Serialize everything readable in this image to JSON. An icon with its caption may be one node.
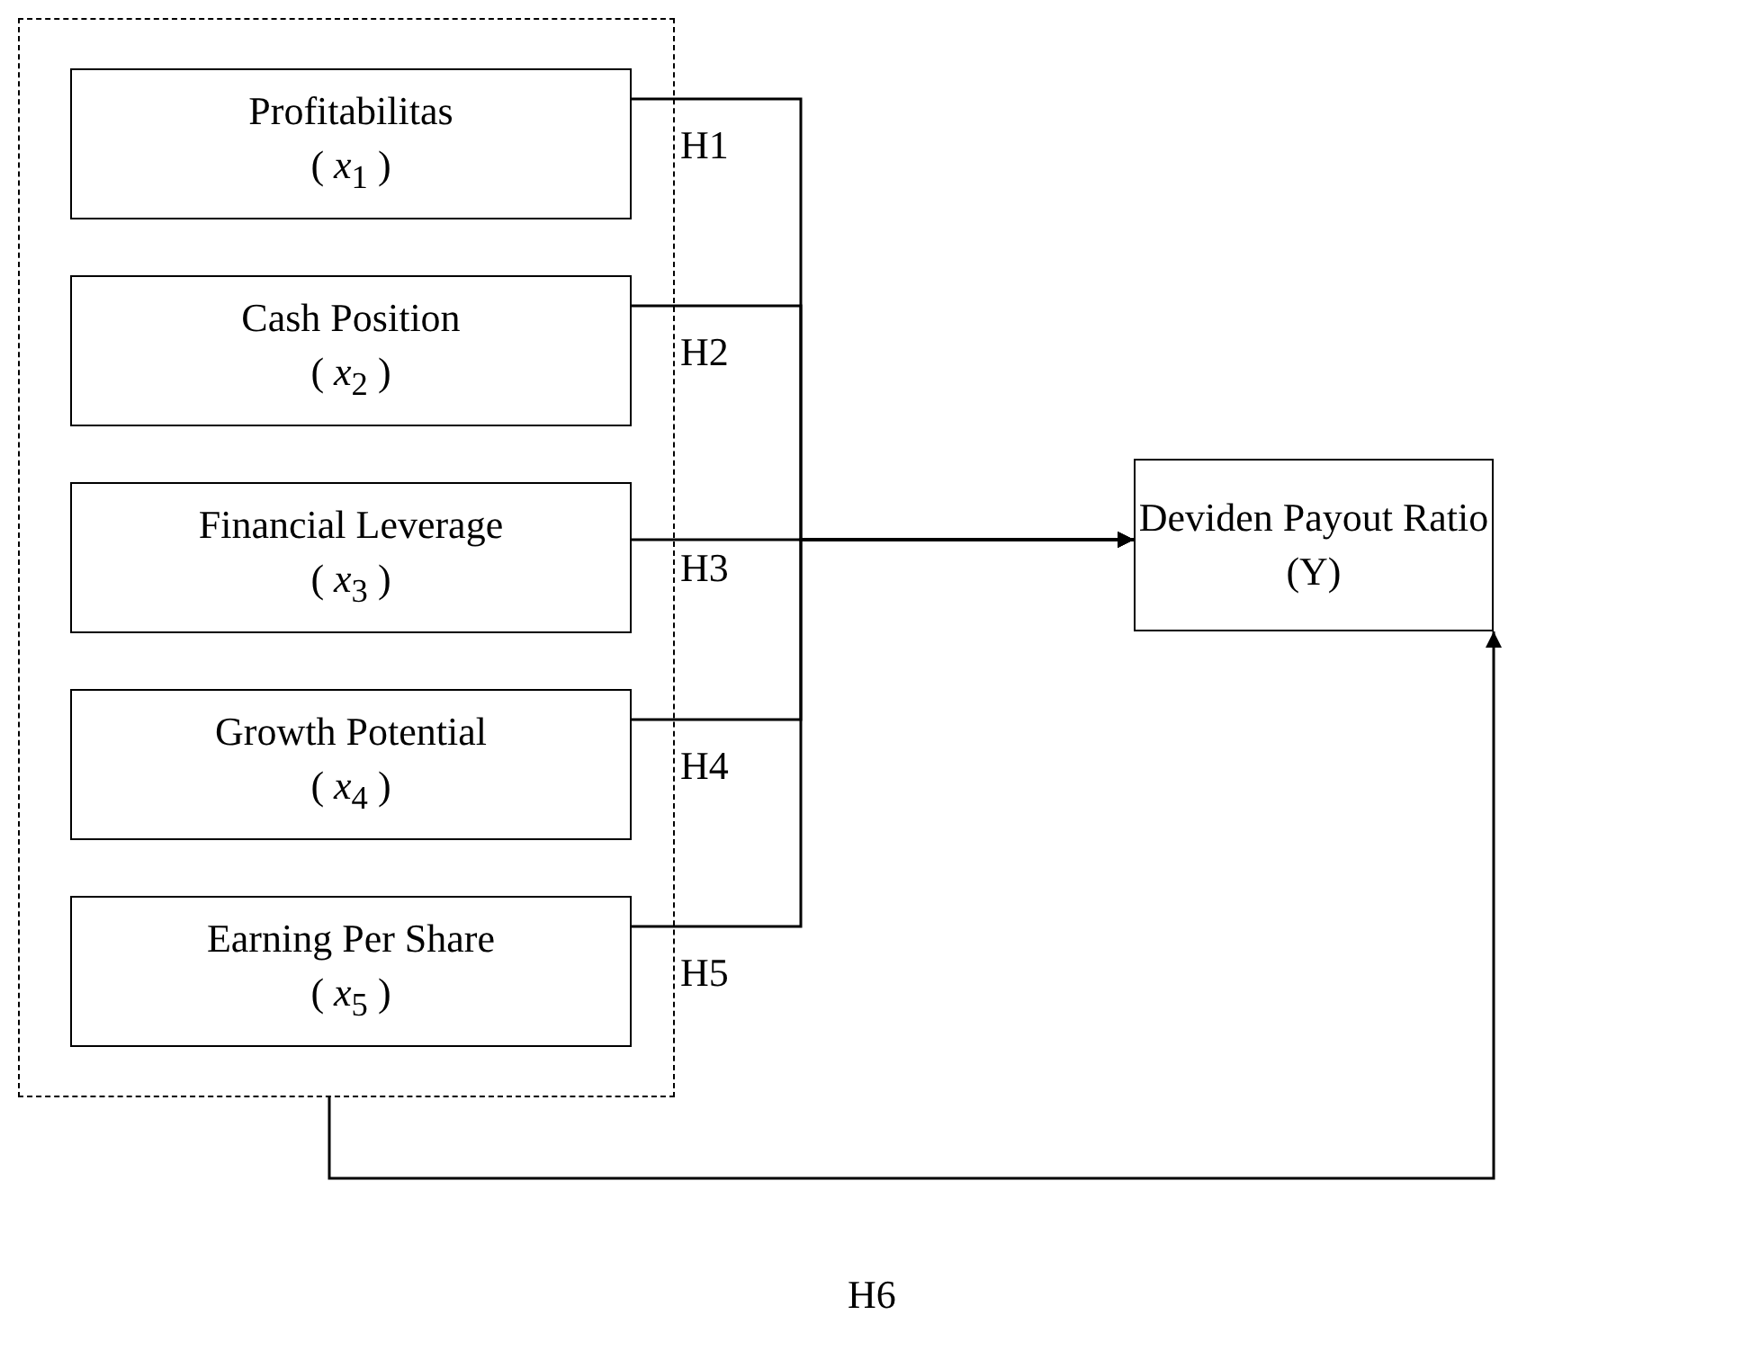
{
  "diagram": {
    "nodes": [
      {
        "text": [],
        "shape": "box"
      },
      {
        "text": [
          "Profitabilitas",
          "( *x*$_{1}$ )"
        ],
        "in": 0
      },
      {
        "text": [
          "Cash Position",
          "( *x*$_{2}$ )"
        ],
        "in": 0
      },
      {
        "text": [
          "Financial Leverage",
          "( *x*$_{3}$ )"
        ],
        "in": 0
      },
      {
        "text": [
          "Growth Potential",
          "( *x*$_{4}$ )"
        ],
        "in": 0
      },
      {
        "text": [
          "Earning Per Share",
          "( *x*$_{5}$ )"
        ],
        "in": 0
      },
      {
        "text": [
          "Deviden Payout Ratio",
          "(Y)"
        ]
      }
    ],
    "edges": [
      {
        "from": 1,
        "to": 6,
        "arrow": "to",
        "label": "H1"
      },
      {
        "from": 2,
        "to": 6,
        "arrow": "to",
        "label": "H2"
      },
      {
        "from": 3,
        "to": 6,
        "arrow": "to",
        "label": "H3"
      },
      {
        "from": 4,
        "to": 6,
        "arrow": "to",
        "label": "H4"
      },
      {
        "from": 5,
        "to": 6,
        "arrow": "to",
        "label": "H5"
      },
      {
        "from": 0,
        "to": 6,
        "arrow": "to",
        "label": "H6"
      }
    ]
  }
}
